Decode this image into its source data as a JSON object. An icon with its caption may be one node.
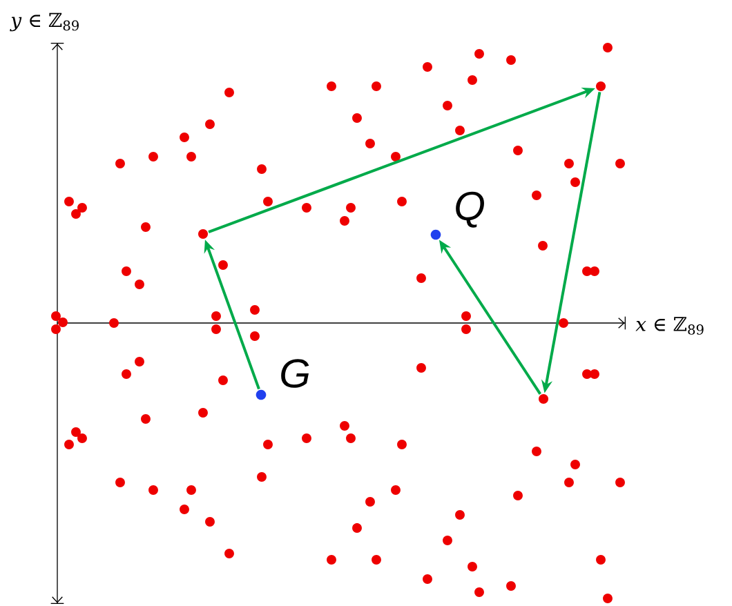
{
  "diagram": {
    "nodes": [
      {
        "text": [],
        "shape": "circle"
      },
      {
        "text": [],
        "shape": "circle",
        "beside": [
          "G"
        ]
      },
      {
        "text": [],
        "shape": "circle",
        "beside": [
          "Q"
        ]
      },
      {
        "text": [],
        "shape": "circle"
      },
      {
        "text": [],
        "shape": "circle"
      }
    ],
    "edges": [
      {
        "from": 1,
        "to": 0,
        "arrow": "to"
      },
      {
        "from": 0,
        "to": 4,
        "arrow": "to"
      },
      {
        "from": 4,
        "to": 3,
        "arrow": "to"
      },
      {
        "from": 3,
        "to": 2,
        "arrow": "to"
      }
    ],
    "labels": [
      "*y* ∈ ℤ$_{89}$",
      "*x* ∈ ℤ$_{89}$"
    ]
  }
}
